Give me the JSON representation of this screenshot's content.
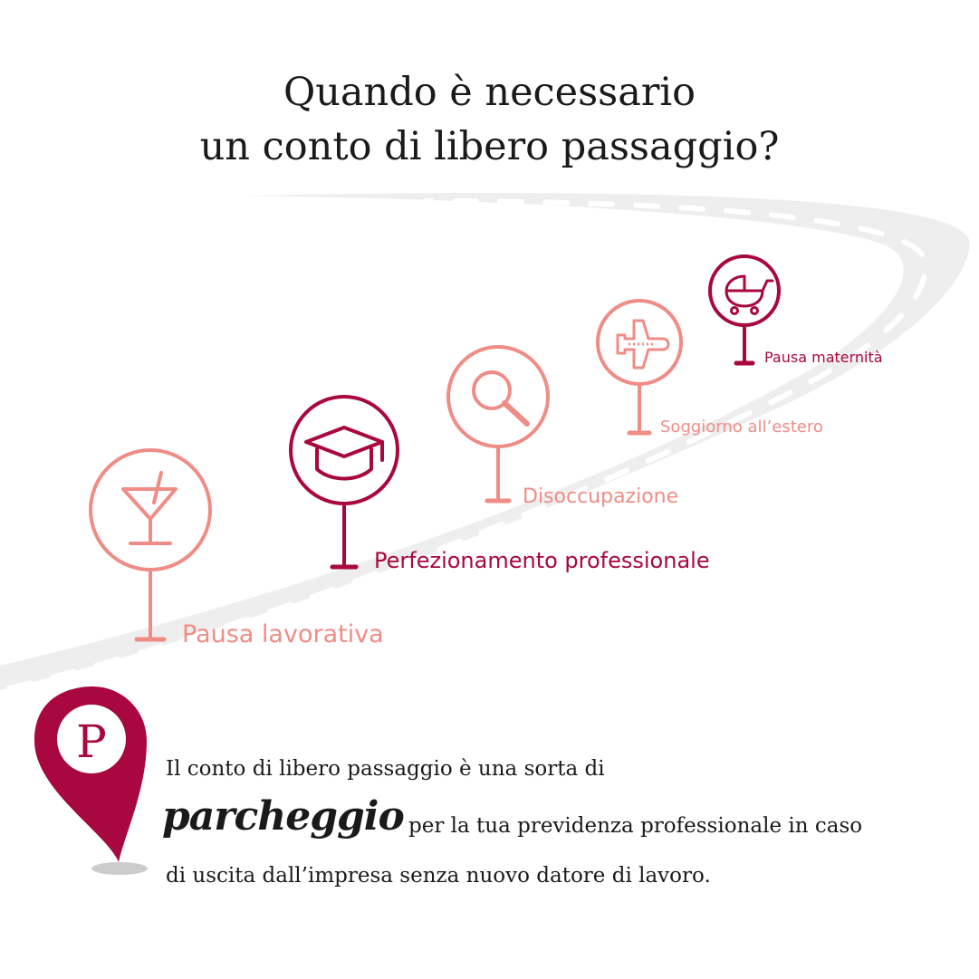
{
  "title": {
    "line1": "Quando è necessario",
    "line2": "un conto di libero passaggio?"
  },
  "colors": {
    "light": "#f08c86",
    "dark": "#a8073f",
    "road": "#eeeeee",
    "text": "#1a1a1a"
  },
  "stops": [
    {
      "label": "Pausa lavorativa",
      "icon": "cocktail-icon",
      "tone": "light"
    },
    {
      "label": "Perfezionamento professionale",
      "icon": "graduation-cap-icon",
      "tone": "dark"
    },
    {
      "label": "Disoccupazione",
      "icon": "magnifier-icon",
      "tone": "light"
    },
    {
      "label": "Soggiorno all’estero",
      "icon": "airplane-icon",
      "tone": "light"
    },
    {
      "label": "Pausa maternità",
      "icon": "stroller-icon",
      "tone": "dark"
    }
  ],
  "marker": {
    "letter": "P",
    "icon": "map-pin-icon"
  },
  "caption": {
    "line1": "Il conto di libero passaggio è una sorta di",
    "emphasis": "parcheggio",
    "line2": "per la tua previdenza professionale in caso",
    "line3": "di uscita dall’impresa senza nuovo datore di lavoro."
  }
}
